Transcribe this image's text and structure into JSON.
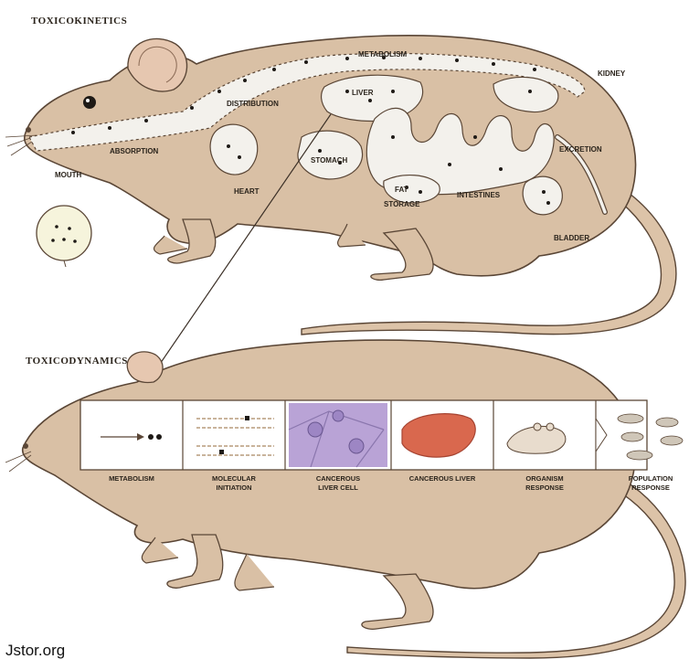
{
  "toxicokinetics": {
    "title": "TOXICOKINETICS",
    "labels": {
      "metabolism": "METABOLISM",
      "kidney": "KIDNEY",
      "distribution": "DISTRIBUTION",
      "liver": "LIVER",
      "absorption": "ABSORPTION",
      "stomach": "STOMACH",
      "excretion": "EXCRETION",
      "mouth": "MOUTH",
      "heart": "HEART",
      "fat": "FAT",
      "storage": "STORAGE",
      "intestines": "INTESTINES",
      "bladder": "BLADDER"
    }
  },
  "toxicodynamics": {
    "title": "TOXICODYNAMICS",
    "stages": [
      {
        "line1": "METABOLISM",
        "line2": ""
      },
      {
        "line1": "MOLECULAR",
        "line2": "INITIATION"
      },
      {
        "line1": "CANCEROUS",
        "line2": "LIVER CELL"
      },
      {
        "line1": "CANCEROUS LIVER",
        "line2": ""
      },
      {
        "line1": "ORGANISM",
        "line2": "RESPONSE"
      },
      {
        "line1": "POPULATION",
        "line2": "RESPONSE"
      }
    ]
  },
  "credit": "Jstor.org",
  "colors": {
    "rat_fill": "#d9c0a5",
    "rat_outline": "#5a4636",
    "path_fill": "#f3f1ec",
    "liver_red": "#d9684e",
    "cell_purple": "#b9a3d6"
  }
}
